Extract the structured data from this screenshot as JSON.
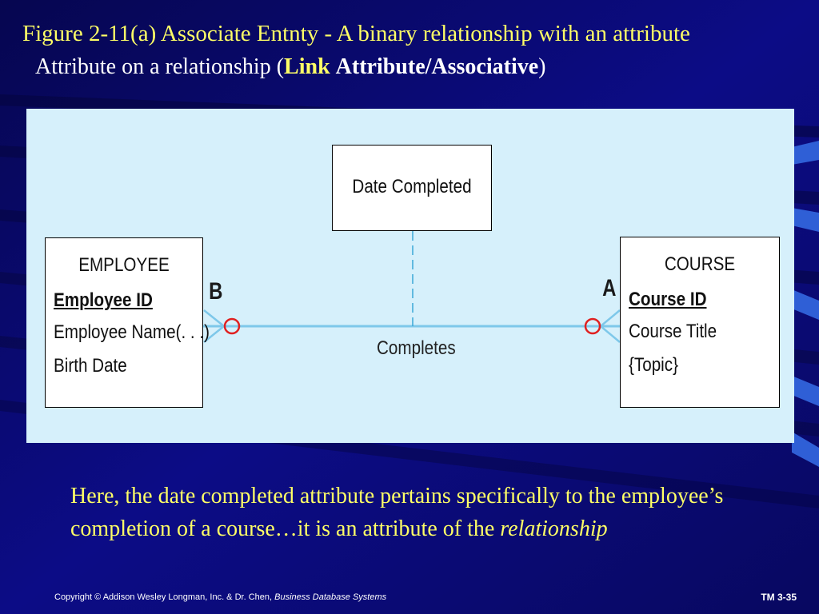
{
  "slide": {
    "title": "Figure 2-11(a) Associate Entnty - A binary relationship with an attribute",
    "subtitle_prefix": "Attribute on a relationship (",
    "subtitle_link": "Link",
    "subtitle_space": " ",
    "subtitle_bold": "Attribute/Associative",
    "subtitle_suffix": ")"
  },
  "diagram": {
    "employee": {
      "name": "EMPLOYEE",
      "attributes": [
        {
          "text": "Employee ID",
          "key": true
        },
        {
          "text": "Employee Name(. . .)",
          "key": false
        },
        {
          "text": "Birth Date",
          "key": false
        }
      ]
    },
    "course": {
      "name": "COURSE",
      "attributes": [
        {
          "text": "Course ID",
          "key": true
        },
        {
          "text": "Course Title",
          "key": false
        },
        {
          "text": "{Topic}",
          "key": false
        }
      ]
    },
    "associative_attribute": "Date Completed",
    "relationship": "Completes",
    "cardinality_employee_side": "B",
    "cardinality_course_side": "A"
  },
  "body": {
    "text": "Here, the date completed attribute pertains specifically to the employee’s completion of a course…it is an attribute of the ",
    "emphasis": "relationship"
  },
  "footer": {
    "copyright": "Copyright ©  Addison Wesley Longman, Inc. & Dr. Chen, ",
    "book": "Business Database Systems",
    "page": "TM 3-35"
  },
  "colors": {
    "background": "#0a0a6e",
    "title_yellow": "#ffff66",
    "panel": "#d6f0fb",
    "line": "#7ec8ea",
    "marker": "#e02020"
  }
}
